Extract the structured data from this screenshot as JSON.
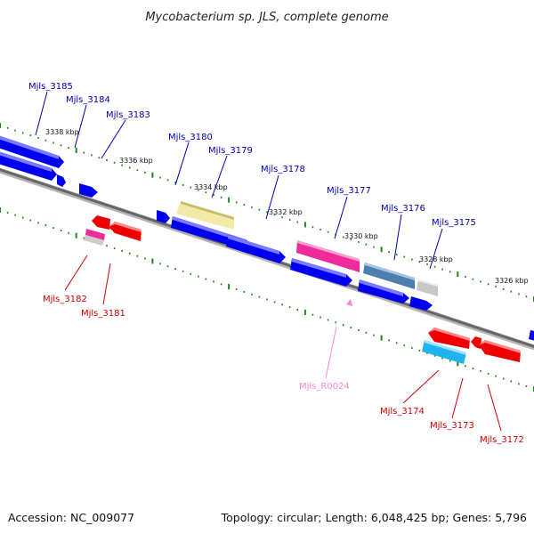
{
  "title": "Mycobacterium sp. JLS, complete genome",
  "footer": {
    "accession": "Accession: NC_009077",
    "summary": "Topology: circular; Length: 6,048,425 bp; Genes: 5,796"
  },
  "colors": {
    "forward_gene": "#0000ee",
    "reverse_gene": "#ee0000",
    "forward_label": "#0000aa",
    "reverse_label": "#cc0000",
    "rna_label": "#ff88cc",
    "ticks": "#1a8a1a",
    "backbone": "#777777"
  },
  "scale_labels": [
    "3338 kbp",
    "3336 kbp",
    "3334 kbp",
    "3332 kbp",
    "3330 kbp",
    "3328 kbp",
    "3326 kbp"
  ],
  "gene_labels": [
    "Mjls_3185",
    "Mjls_3184",
    "Mjls_3183",
    "Mjls_3180",
    "Mjls_3179",
    "Mjls_3178",
    "Mjls_3177",
    "Mjls_3176",
    "Mjls_3175",
    "Mjls_3182",
    "Mjls_3181",
    "Mjls_R0024",
    "Mjls_3174",
    "Mjls_3173",
    "Mjls_3172"
  ]
}
